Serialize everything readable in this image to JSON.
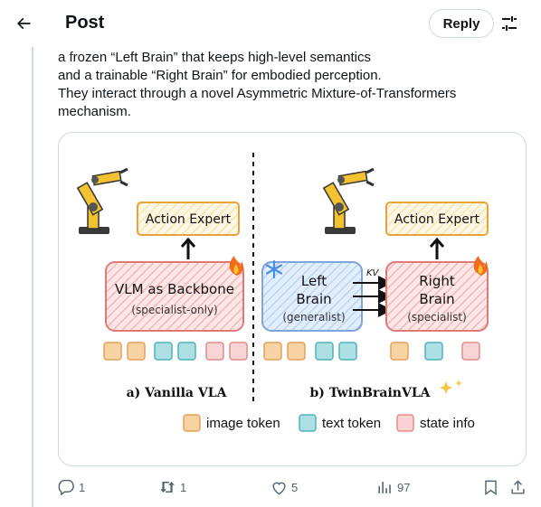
{
  "header": {
    "title": "Post",
    "reply_label": "Reply"
  },
  "tweet": {
    "lines": [
      "a frozen “Left Brain” that keeps high-level semantics",
      "and a trainable “Right Brain” for embodied perception.",
      "They interact through a novel Asymmetric Mixture-of-Transformers",
      "mechanism."
    ]
  },
  "figure": {
    "left": {
      "expert": "Action Expert",
      "backbone_title": "VLM as Backbone",
      "backbone_sub": "(specialist-only)",
      "caption": "a) Vanilla VLA"
    },
    "right": {
      "expert": "Action Expert",
      "left_brain_title": "Left",
      "left_brain_title2": "Brain",
      "left_brain_sub": "(generalist)",
      "kv": "KV",
      "right_brain_title": "Right",
      "right_brain_title2": "Brain",
      "right_brain_sub": "(specialist)",
      "caption": "b) TwinBrainVLA"
    },
    "legend": [
      {
        "label": "image token",
        "color": "#f8d3a4",
        "stroke": "#e2a25a"
      },
      {
        "label": "text token",
        "color": "#aee0e3",
        "stroke": "#4fb3ba"
      },
      {
        "label": "state info",
        "color": "#f8d4d4",
        "stroke": "#e08c8c"
      }
    ]
  },
  "actions": {
    "replies": "1",
    "reposts": "1",
    "likes": "5",
    "views": "97"
  }
}
